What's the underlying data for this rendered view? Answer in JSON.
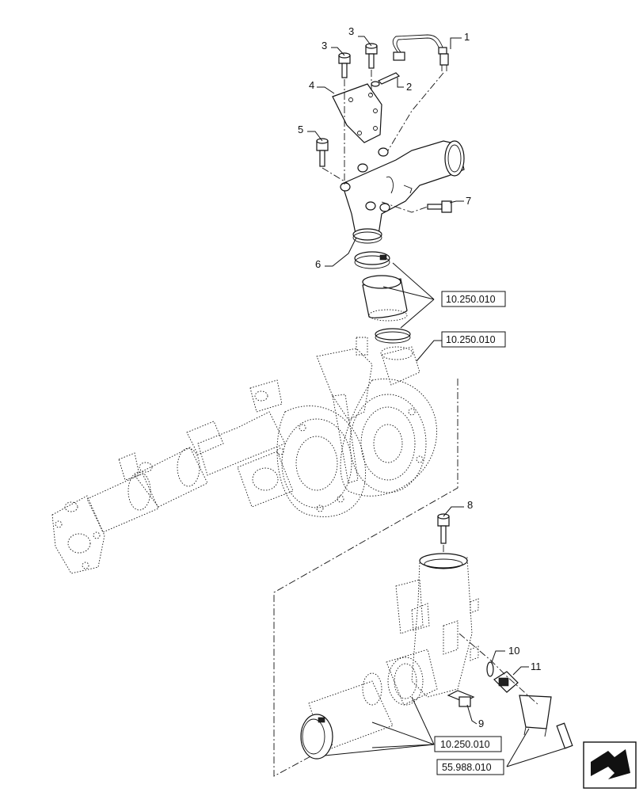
{
  "diagram": {
    "callouts": [
      "1",
      "2",
      "3",
      "3",
      "4",
      "5",
      "6",
      "7",
      "8",
      "9",
      "10",
      "11"
    ],
    "references": [
      "10.250.010",
      "10.250.010",
      "10.250.010",
      "55.988.010"
    ],
    "nav_icon": "next-page-arrow-icon"
  }
}
